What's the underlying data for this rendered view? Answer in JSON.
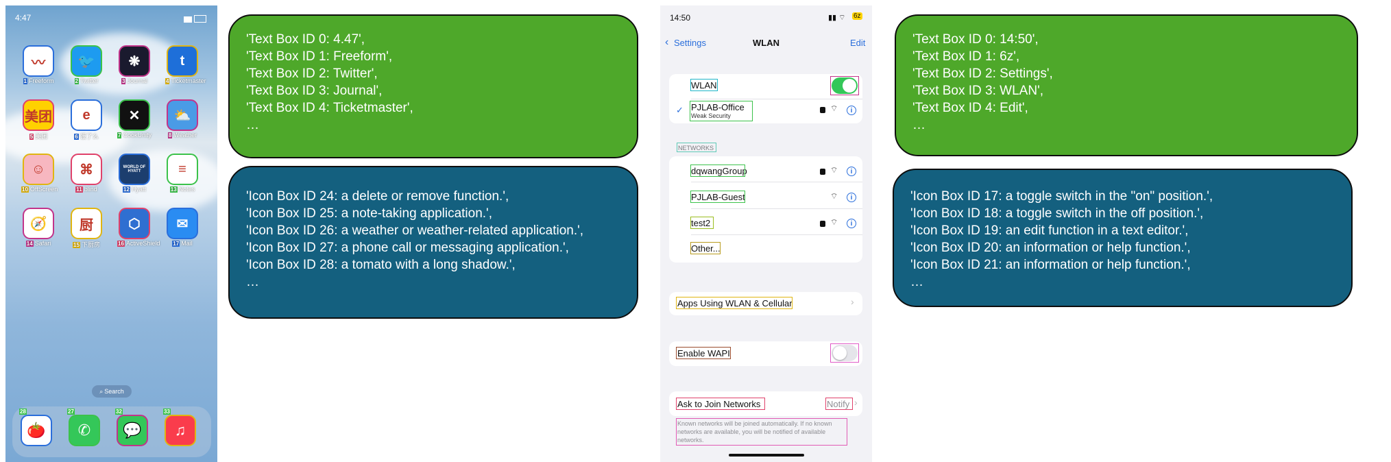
{
  "home": {
    "status_time": "4:47",
    "apps": [
      {
        "label": "Freeform",
        "tag": "1",
        "icon": "freeform-icon",
        "bg": "#ffffff",
        "glyph": "〰"
      },
      {
        "label": "Twitter",
        "tag": "2",
        "icon": "twitter-icon",
        "bg": "#1d9bf0",
        "glyph": "🐦"
      },
      {
        "label": "Journal",
        "tag": "3",
        "icon": "journal-icon",
        "bg": "#1a1a2e",
        "glyph": "❋"
      },
      {
        "label": "Ticketmaster",
        "tag": "4",
        "icon": "ticketmaster-icon",
        "bg": "#1e6fd9",
        "glyph": "t"
      },
      {
        "label": "美团",
        "tag": "5",
        "icon": "meituan-icon",
        "bg": "#ffd100",
        "glyph": "美团"
      },
      {
        "label": "饿了么",
        "tag": "6",
        "icon": "eleme-icon",
        "bg": "#ffffff",
        "glyph": "e"
      },
      {
        "label": "CookUnity",
        "tag": "7",
        "icon": "cookunity-icon",
        "bg": "#111111",
        "glyph": "✕"
      },
      {
        "label": "Weather",
        "tag": "8",
        "icon": "weather-icon",
        "bg": "#4a9be6",
        "glyph": "⛅"
      },
      {
        "label": "OffScreen",
        "tag": "10",
        "icon": "offscreen-icon",
        "bg": "#f7b7c0",
        "glyph": "☺"
      },
      {
        "label": "blind",
        "tag": "11",
        "icon": "blind-icon",
        "bg": "#ffffff",
        "glyph": "⌘"
      },
      {
        "label": "Hyatt",
        "tag": "12",
        "icon": "hyatt-icon",
        "bg": "#1c3e6e",
        "glyph": "WORLD OF HYATT"
      },
      {
        "label": "Notes",
        "tag": "13",
        "icon": "notes-icon",
        "bg": "#ffffff",
        "glyph": "≡"
      },
      {
        "label": "Safari",
        "tag": "14",
        "icon": "safari-icon",
        "bg": "#ffffff",
        "glyph": "🧭"
      },
      {
        "label": "下厨房",
        "tag": "15",
        "icon": "xiachufang-icon",
        "bg": "#ffffff",
        "glyph": "厨"
      },
      {
        "label": "ActiveShield",
        "tag": "16",
        "icon": "activeshield-icon",
        "bg": "#2f6fd1",
        "glyph": "⬡"
      },
      {
        "label": "Mail",
        "tag": "17",
        "icon": "mail-icon",
        "bg": "#2a8cf2",
        "glyph": "✉"
      }
    ],
    "search_label": "Search",
    "dock": [
      {
        "icon": "tomato-icon",
        "tag": "28",
        "bg": "#ffffff",
        "glyph": "🍅"
      },
      {
        "icon": "phone-icon",
        "tag": "27",
        "bg": "#34c759",
        "glyph": "✆"
      },
      {
        "icon": "messages-icon",
        "tag": "32",
        "bg": "#34c759",
        "glyph": "💬"
      },
      {
        "icon": "music-icon",
        "tag": "33",
        "bg": "#fa3c4c",
        "glyph": "♫"
      }
    ]
  },
  "bubbles": {
    "home_text": [
      "'Text Box ID 0: 4.47',",
      "'Text Box ID 1: Freeform',",
      "'Text Box ID 2: Twitter',",
      "'Text Box ID 3: Journal',",
      "'Text Box ID 4: Ticketmaster',",
      "…"
    ],
    "home_icons": [
      "'Icon Box ID 24: a delete or remove function.',",
      "'Icon Box ID 25: a note-taking application.',",
      "'Icon Box ID 26: a weather or weather-related application.',",
      "'Icon Box ID 27: a phone call or messaging application.',",
      "'Icon Box ID 28: a tomato with a long shadow.',",
      "…"
    ],
    "wlan_text": [
      "'Text Box ID 0: 14:50',",
      "'Text Box ID 1: 6z',",
      "'Text Box ID 2: Settings',",
      "'Text Box ID 3: WLAN',",
      "'Text Box ID 4: Edit',",
      "…"
    ],
    "wlan_icons": [
      "'Icon Box ID 17: a toggle switch in the \"on\" position.',",
      "'Icon Box ID 18: a toggle switch in the off position.',",
      "'Icon Box ID 19: an edit function in a text editor.',",
      "'Icon Box ID 20: an information or help function.',",
      "'Icon Box ID 21: an information or help function.',",
      "…"
    ]
  },
  "wlan": {
    "status_time": "14:50",
    "battery": "6z",
    "back_label": "Settings",
    "title": "WLAN",
    "edit_label": "Edit",
    "wlan_label": "WLAN",
    "current_network": "PJLAB-Office",
    "current_network_sub": "Weak Security",
    "networks_header": "NETWORKS",
    "networks": [
      "dqwangGroup",
      "PJLAB-Guest",
      "test2"
    ],
    "other_label": "Other...",
    "apps_label": "Apps Using WLAN & Cellular",
    "wapi_label": "Enable WAPI",
    "ask_label": "Ask to Join Networks",
    "ask_value": "Notify",
    "ask_footer": "Known networks will be joined automatically. If no known networks are available, you will be notified of available networks.",
    "accent": "#2a6edb",
    "toggle_on": "#34c759"
  }
}
